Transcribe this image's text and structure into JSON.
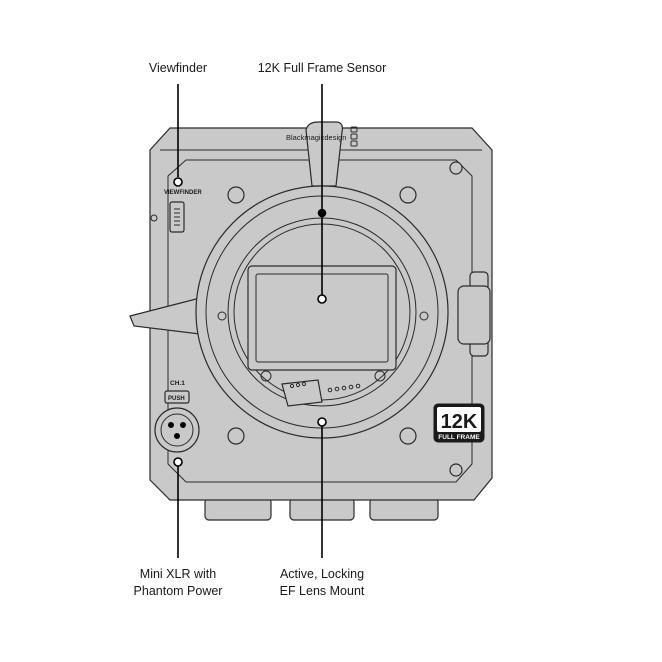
{
  "callouts": {
    "viewfinder": "Viewfinder",
    "sensor": "12K Full Frame Sensor",
    "xlr_line1": "Mini XLR with",
    "xlr_line2": "Phantom Power",
    "mount_line1": "Active, Locking",
    "mount_line2": "EF Lens Mount"
  },
  "camera_markings": {
    "brand": "Blackmagicdesign",
    "viewfinder_port": "VIEWFINDER",
    "channel": "CH.1",
    "push": "PUSH",
    "badge_big": "12K",
    "badge_small": "FULL FRAME"
  },
  "colors": {
    "body": "#c9c9c9",
    "outline": "#2b2b2b",
    "callout": "#000000",
    "badge": "#1a1a1a"
  }
}
